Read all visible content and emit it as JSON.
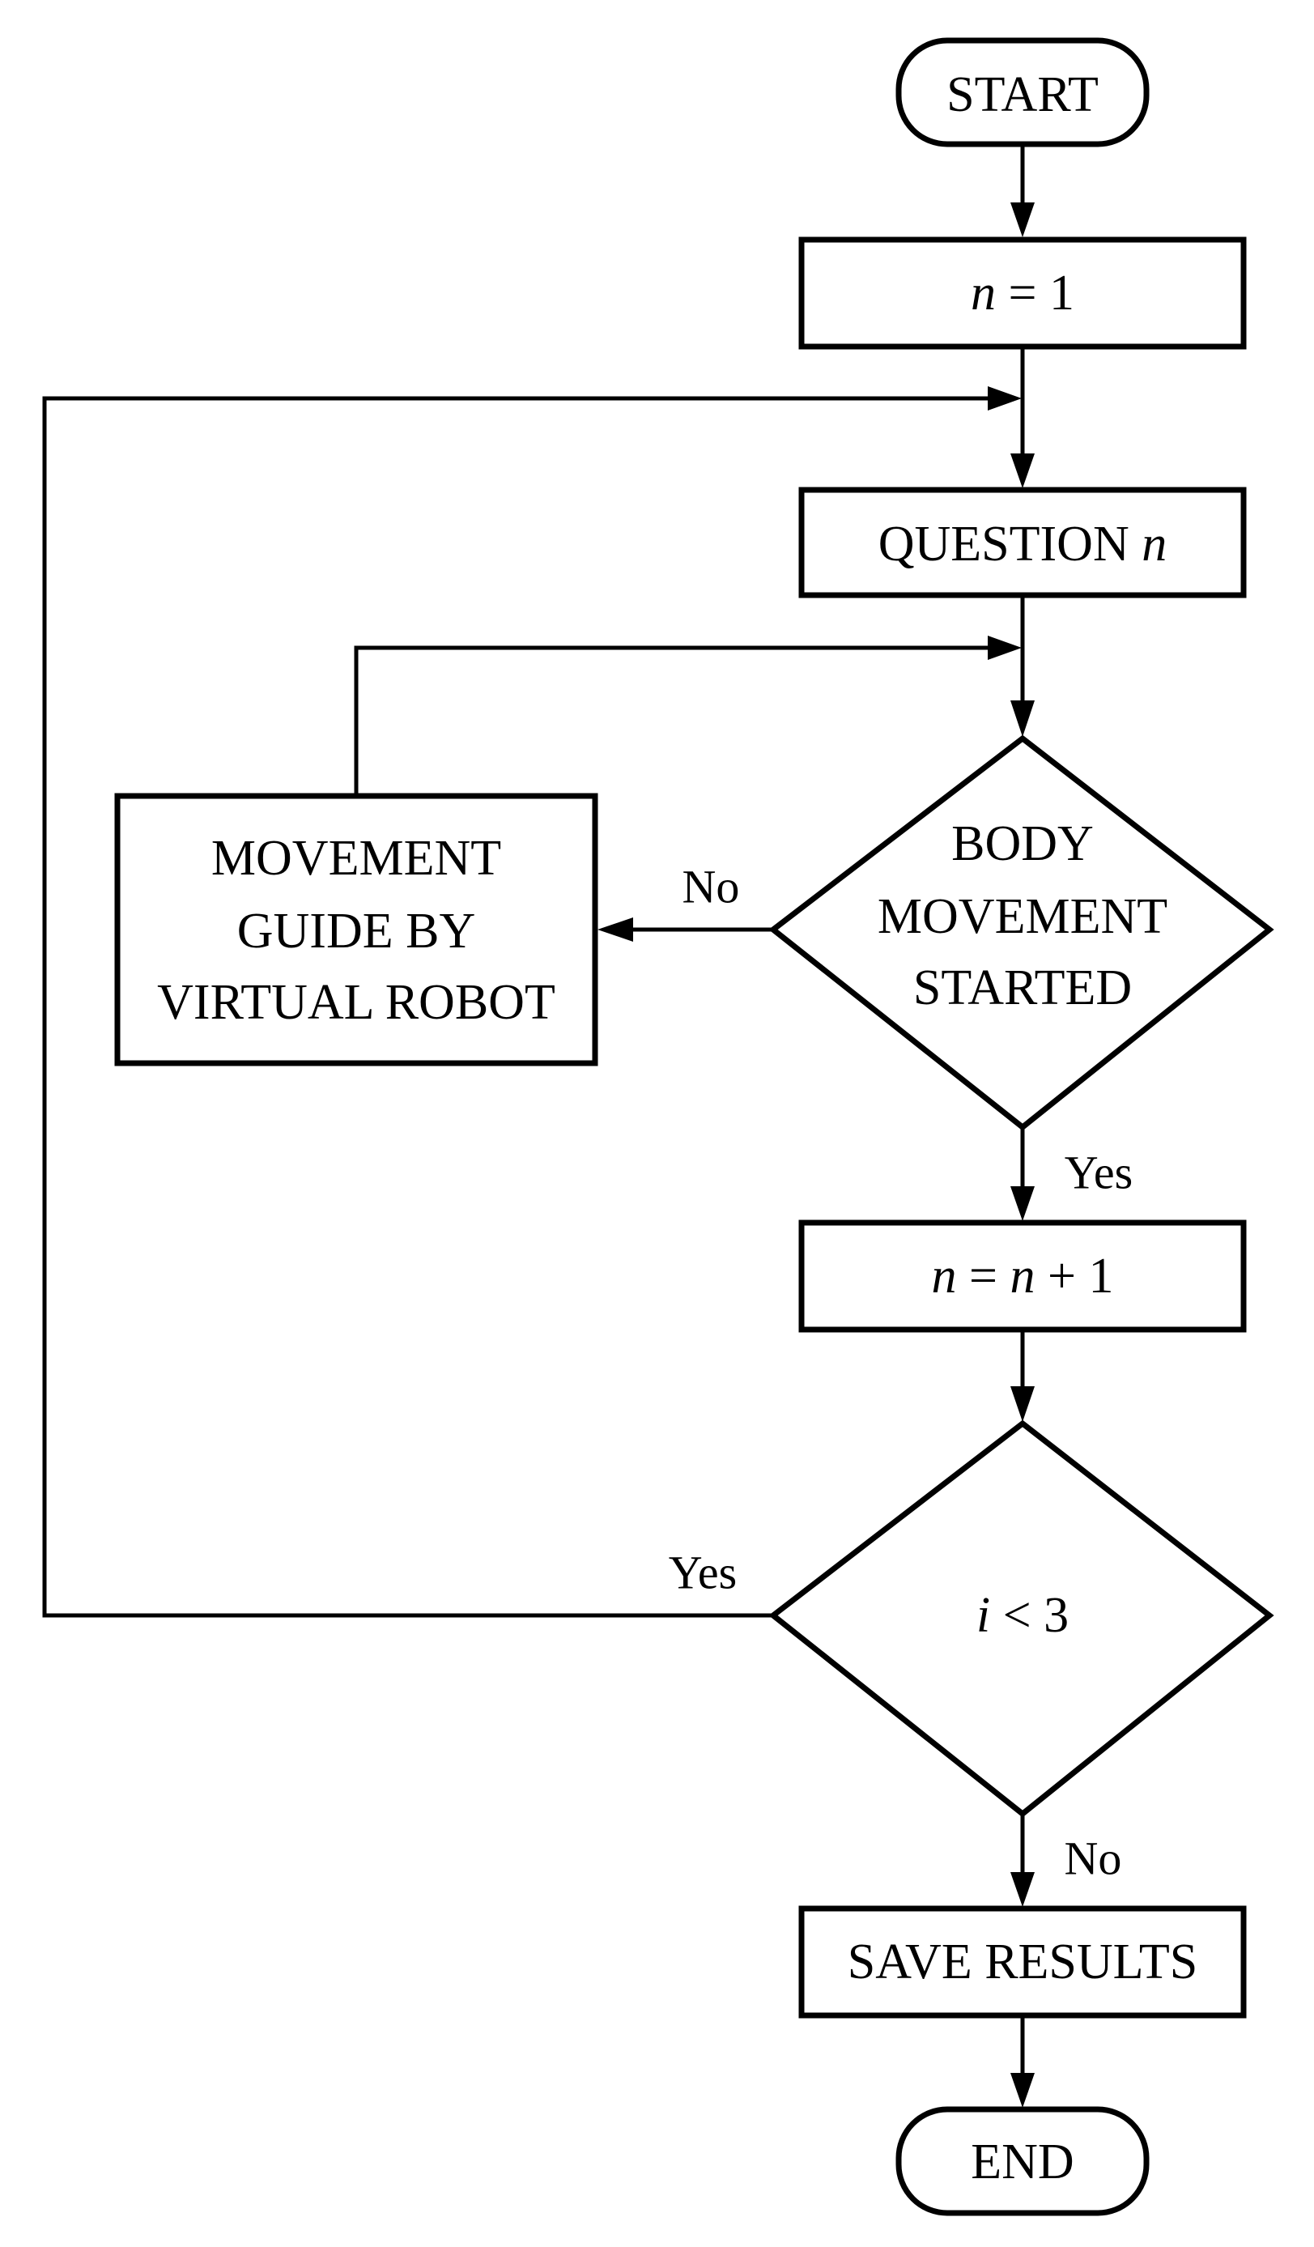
{
  "nodes": {
    "start": "START",
    "init": {
      "var": "n",
      "rest": " = 1"
    },
    "question": {
      "text": "QUESTION ",
      "var": "n"
    },
    "guide": {
      "line1": "MOVEMENT",
      "line2": "GUIDE BY",
      "line3": "VIRTUAL ROBOT"
    },
    "body_decision": {
      "line1": "BODY",
      "line2": "MOVEMENT",
      "line3": "STARTED"
    },
    "increment": {
      "var1": "n",
      "eq": " = ",
      "var2": "n",
      "rest": " + 1"
    },
    "loop_decision": {
      "var": "i",
      "rest": " < 3"
    },
    "save": "SAVE RESULTS",
    "end": "END"
  },
  "edge_labels": {
    "body_no": "No",
    "body_yes": "Yes",
    "loop_yes": "Yes",
    "loop_no": "No"
  }
}
